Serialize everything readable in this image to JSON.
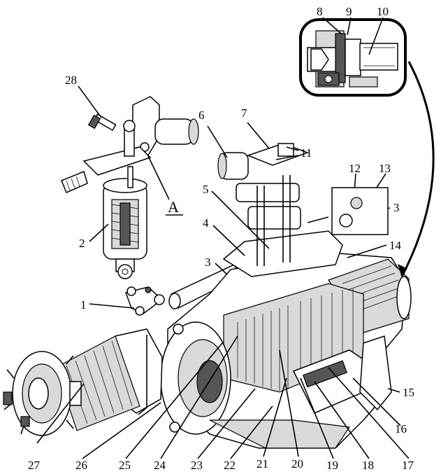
{
  "diagram": {
    "callouts": [
      "1",
      "2",
      "3",
      "3",
      "4",
      "5",
      "6",
      "7",
      "8",
      "9",
      "10",
      "11",
      "12",
      "13",
      "14",
      "15",
      "16",
      "17",
      "18",
      "19",
      "20",
      "21",
      "22",
      "23",
      "24",
      "25",
      "26",
      "27",
      "28"
    ],
    "detail_marker": "A"
  }
}
